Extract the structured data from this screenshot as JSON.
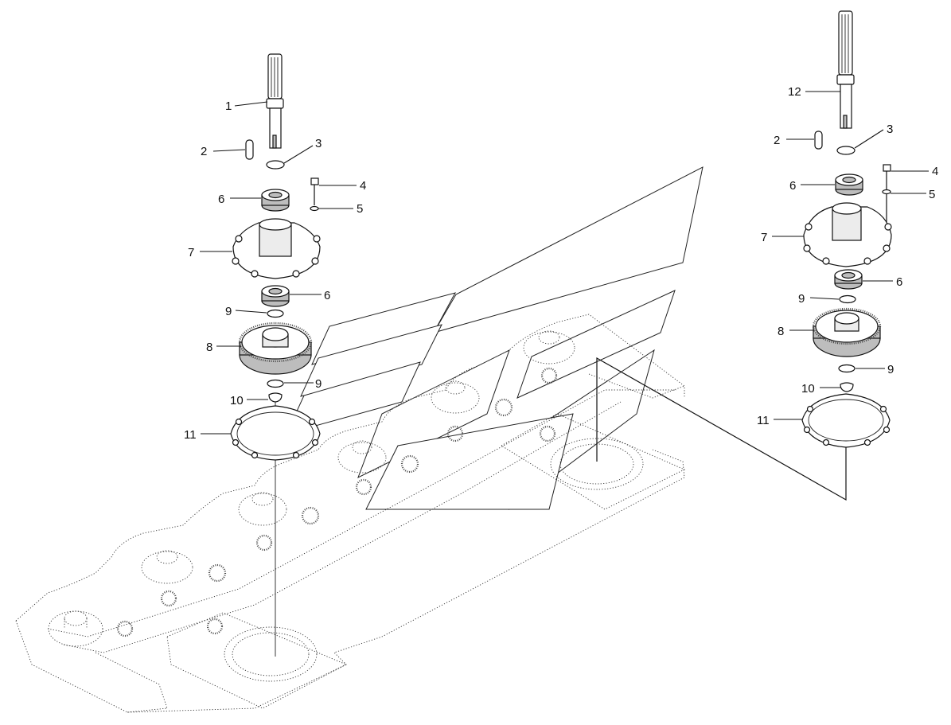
{
  "left_assembly": {
    "callouts": [
      "1",
      "2",
      "3",
      "4",
      "5",
      "6",
      "7",
      "6",
      "9",
      "8",
      "9",
      "10",
      "11"
    ]
  },
  "right_assembly": {
    "callouts": [
      "12",
      "2",
      "3",
      "4",
      "6",
      "5",
      "7",
      "6",
      "9",
      "8",
      "9",
      "10",
      "11"
    ]
  }
}
